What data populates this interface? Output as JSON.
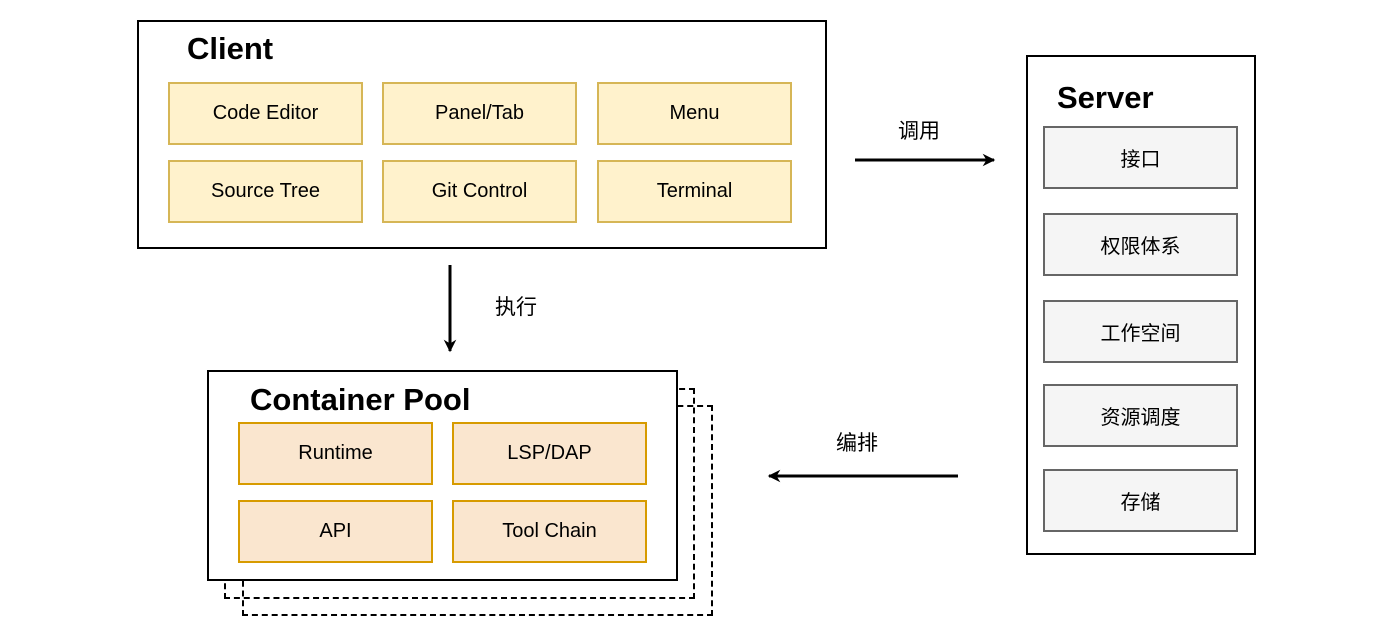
{
  "client": {
    "title": "Client",
    "modules": [
      "Code Editor",
      "Panel/Tab",
      "Menu",
      "Source Tree",
      "Git Control",
      "Terminal"
    ]
  },
  "server": {
    "title": "Server",
    "modules": [
      "接口",
      "权限体系",
      "工作空间",
      "资源调度",
      "存储"
    ]
  },
  "container_pool": {
    "title": "Container Pool",
    "modules": [
      "Runtime",
      "LSP/DAP",
      "API",
      "Tool Chain"
    ]
  },
  "edges": {
    "client_to_server": "调用",
    "client_to_container": "执行",
    "server_to_container": "编排"
  },
  "colors": {
    "client_fill": "#fff2cc",
    "client_stroke": "#d6b656",
    "container_fill": "#fae6cf",
    "container_stroke": "#d79b00",
    "server_fill": "#f5f5f5",
    "server_stroke": "#666666"
  }
}
